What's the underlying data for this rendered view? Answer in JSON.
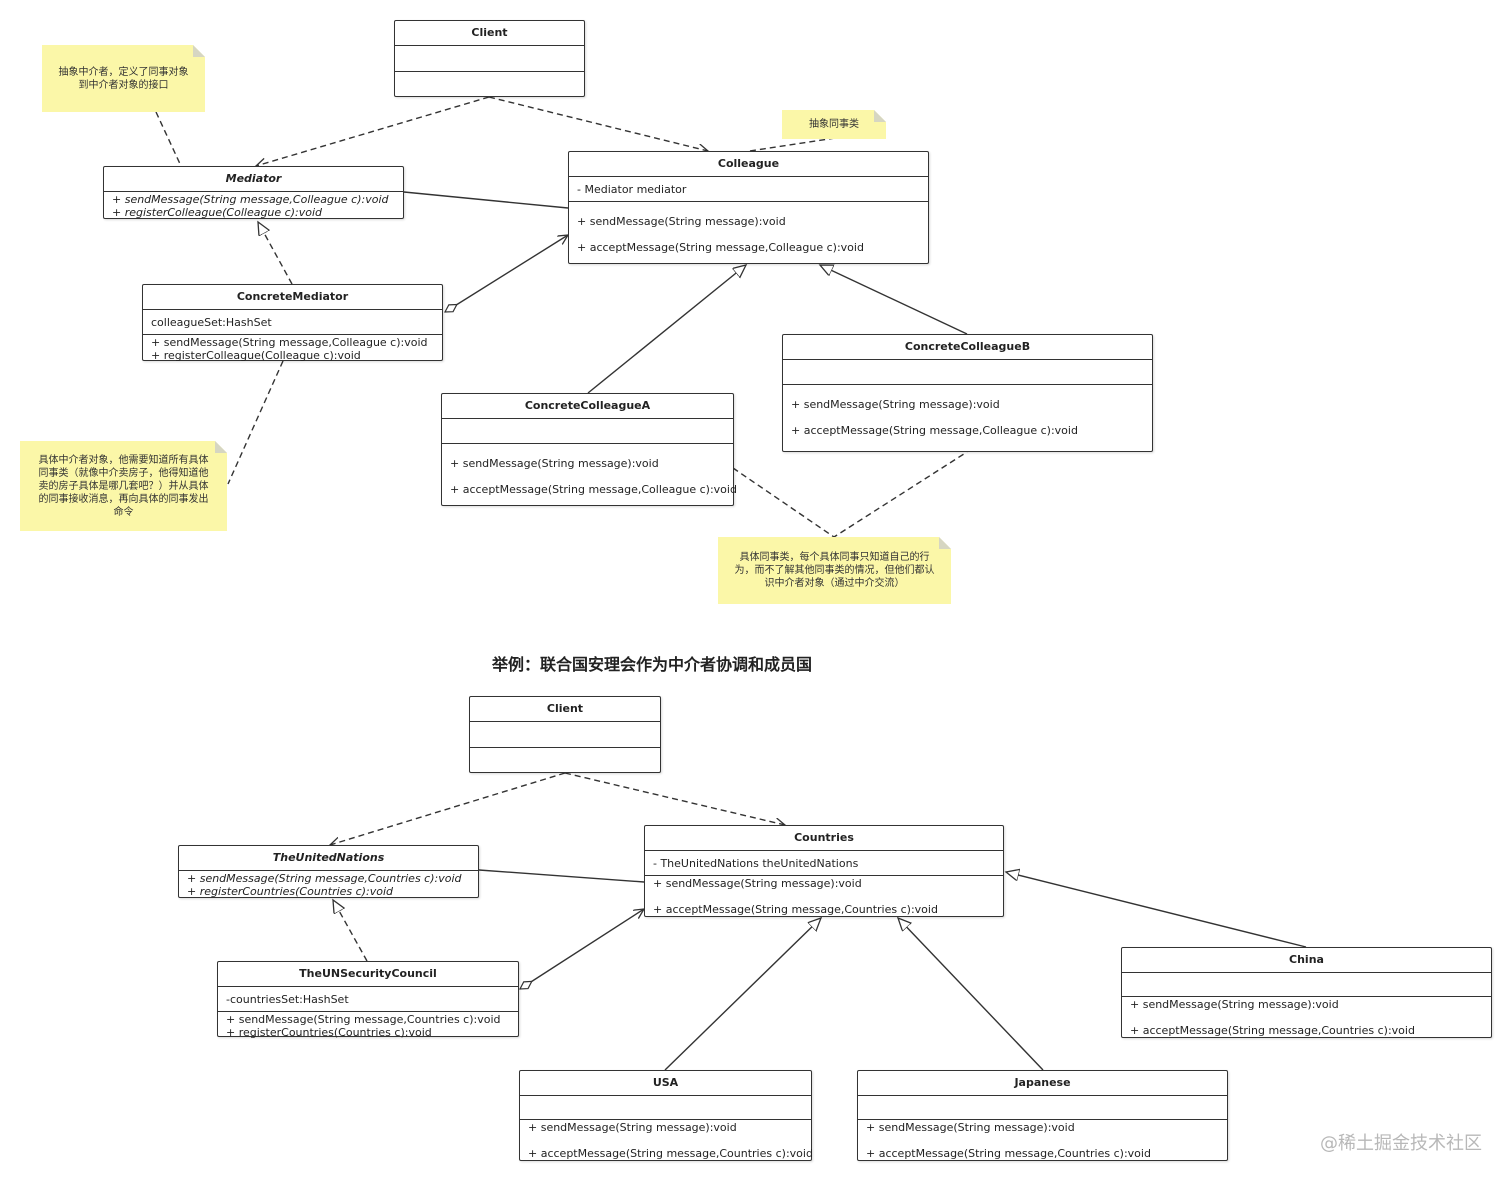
{
  "heading": "举例：联合国安理会作为中介者协调和成员国",
  "watermark": "@稀土掘金技术社区",
  "classes": {
    "client1": {
      "name": "Client",
      "attrs": [],
      "methods": []
    },
    "mediator": {
      "name": "Mediator",
      "attrs": [],
      "methods": [
        "+ sendMessage(String message,Colleague c):void",
        "+ registerColleague(Colleague c):void"
      ]
    },
    "colleague": {
      "name": "Colleague",
      "attrs": [
        "- Mediator mediator"
      ],
      "methods": [
        "+ sendMessage(String message):void",
        "+ acceptMessage(String message,Colleague c):void"
      ]
    },
    "concreteMediator": {
      "name": "ConcreteMediator",
      "attrs": [
        "colleagueSet:HashSet"
      ],
      "methods": [
        "+ sendMessage(String message,Colleague c):void",
        "+ registerColleague(Colleague c):void"
      ]
    },
    "concreteColleagueA": {
      "name": "ConcreteColleagueA",
      "attrs": [],
      "methods": [
        "+ sendMessage(String message):void",
        "+ acceptMessage(String message,Colleague c):void"
      ]
    },
    "concreteColleagueB": {
      "name": "ConcreteColleagueB",
      "attrs": [],
      "methods": [
        "+ sendMessage(String message):void",
        "+ acceptMessage(String message,Colleague c):void"
      ]
    },
    "client2": {
      "name": "Client",
      "attrs": [],
      "methods": []
    },
    "theUnitedNations": {
      "name": "TheUnitedNations",
      "attrs": [],
      "methods": [
        "+ sendMessage(String message,Countries c):void",
        "+ registerCountries(Countries c):void"
      ]
    },
    "countries": {
      "name": "Countries",
      "attrs": [
        "- TheUnitedNations theUnitedNations"
      ],
      "methods": [
        "+ sendMessage(String message):void",
        "+ acceptMessage(String message,Countries c):void"
      ]
    },
    "theUNSecurityCouncil": {
      "name": "TheUNSecurityCouncil",
      "attrs": [
        "-countriesSet:HashSet"
      ],
      "methods": [
        "+ sendMessage(String message,Countries c):void",
        "+ registerCountries(Countries c):void"
      ]
    },
    "china": {
      "name": "China",
      "attrs": [],
      "methods": [
        "+ sendMessage(String message):void",
        "+ acceptMessage(String message,Countries c):void"
      ]
    },
    "usa": {
      "name": "USA",
      "attrs": [],
      "methods": [
        "+ sendMessage(String message):void",
        "+ acceptMessage(String message,Countries c):void"
      ]
    },
    "japanese": {
      "name": "Japanese",
      "attrs": [],
      "methods": [
        "+ sendMessage(String message):void",
        "+ acceptMessage(String message,Countries c):void"
      ]
    }
  },
  "notes": {
    "abstractMediator": [
      "抽象中介者，定义了同事对象",
      "到中介者对象的接口"
    ],
    "abstractColleague": [
      "抽象同事类"
    ],
    "concreteMediator": [
      "具体中介者对象，他需要知道所有具体",
      "同事类（就像中介卖房子，他得知道他",
      "卖的房子具体是哪几套吧？）并从具体",
      "的同事接收消息，再向具体的同事发出",
      "命令"
    ],
    "concreteColleague": [
      "具体同事类，每个具体同事只知道自己的行",
      "为，而不了解其他同事类的情况，但他们都认",
      "识中介者对象（通过中介交流）"
    ]
  }
}
